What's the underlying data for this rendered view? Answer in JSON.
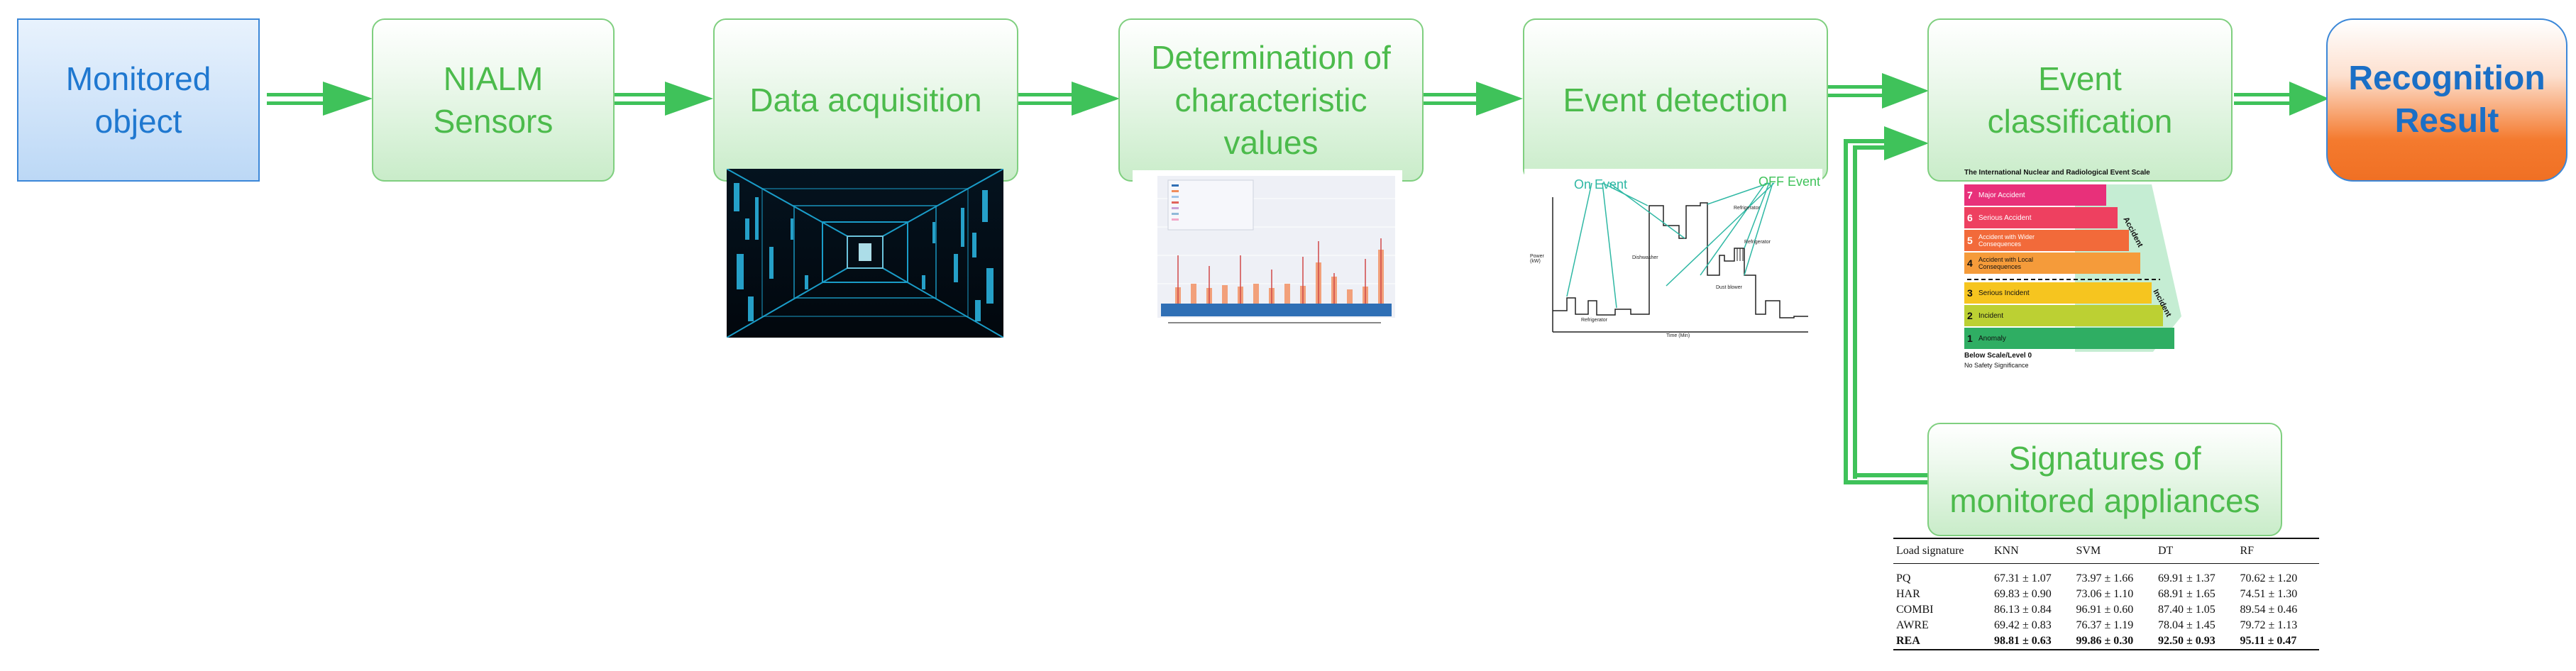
{
  "boxes": {
    "monitored": "Monitored object",
    "sensors": "NIALM Sensors",
    "acquisition": "Data acquisition",
    "characteristic": "Determination of characteristic values",
    "detection": "Event detection",
    "classification": "Event classification",
    "result": "Recognition Result",
    "signatures": "Signatures of monitored appliances"
  },
  "event_plot": {
    "on_label": "On Event",
    "off_label": "OFF Event",
    "labels": [
      "Refrigerator",
      "Dishwasher",
      "Refrigerator",
      "Dust blower",
      "Refrigerator"
    ],
    "ylabel": "Power (kW)",
    "xlabel": "Time (Min)"
  },
  "ines": {
    "title": "The International Nuclear and Radiological Event Scale",
    "levels": [
      {
        "n": "7",
        "label": "Major Accident",
        "color": "#e8307a"
      },
      {
        "n": "6",
        "label": "Serious Accident",
        "color": "#ee4060"
      },
      {
        "n": "5",
        "label": "Accident with Wider Consequences",
        "color": "#f26a3a"
      },
      {
        "n": "4",
        "label": "Accident with Local Consequences",
        "color": "#f59b3a"
      },
      {
        "n": "3",
        "label": "Serious Incident",
        "color": "#f6c51f"
      },
      {
        "n": "2",
        "label": "Incident",
        "color": "#bcd033"
      },
      {
        "n": "1",
        "label": "Anomaly",
        "color": "#2fae63"
      }
    ],
    "accident": "Accident",
    "incident": "Incident",
    "below": "Below Scale/Level 0",
    "below_sub": "No Safety Significance"
  },
  "table": {
    "headers": [
      "Load signature",
      "KNN",
      "SVM",
      "DT",
      "RF"
    ],
    "rows": [
      [
        "PQ",
        "67.31 ± 1.07",
        "73.97 ± 1.66",
        "69.91 ± 1.37",
        "70.62 ± 1.20"
      ],
      [
        "HAR",
        "69.83 ± 0.90",
        "73.06 ± 1.10",
        "68.91 ± 1.65",
        "74.51 ± 1.30"
      ],
      [
        "COMBI",
        "86.13 ± 0.84",
        "96.91 ± 0.60",
        "87.40 ± 1.05",
        "89.54 ± 0.46"
      ],
      [
        "AWRE",
        "69.42 ± 0.83",
        "76.37 ± 1.19",
        "78.04 ± 1.45",
        "79.72 ± 1.13"
      ],
      [
        "REA",
        "98.81 ± 0.63",
        "99.86 ± 0.30",
        "92.50 ± 0.93",
        "95.11 ± 0.47"
      ]
    ]
  },
  "colors": {
    "arrow": "#3fc25a",
    "box_text": "#4cbb4c",
    "blue_text": "#1f78d0"
  }
}
